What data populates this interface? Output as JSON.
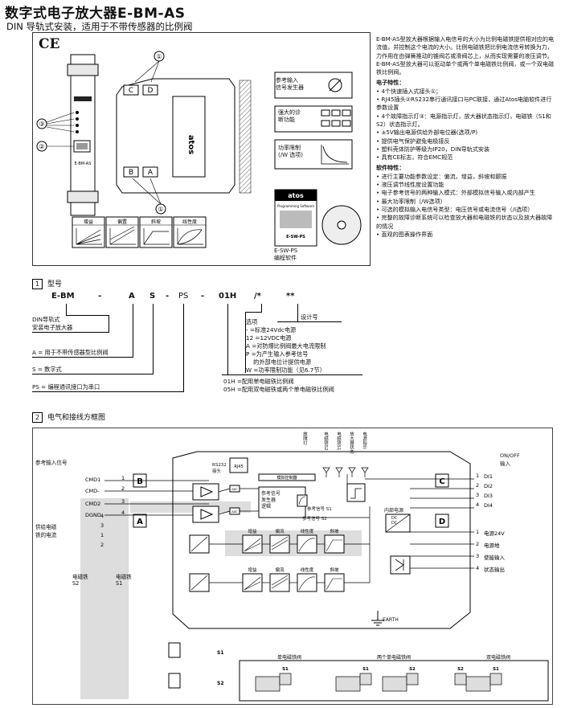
{
  "header": {
    "title": "数字式电子放大器E-BM-AS",
    "subtitle": "DIN 导轨式安装，适用于不带传感器的比例阀"
  },
  "figure": {
    "ce_mark": "CE",
    "callouts": [
      "①",
      "②",
      "③"
    ],
    "device_label": "E-BM-AS",
    "brand": "atos",
    "connector_letters": [
      "C",
      "D",
      "B",
      "A"
    ],
    "function_boxes": [
      {
        "label": "参考输入\n信号发生器"
      },
      {
        "label": "强大的诊\n断功能"
      },
      {
        "label": "功率限制\n(/W 选项)"
      }
    ],
    "curve_boxes": [
      "增益",
      "偏置",
      "斜坡",
      "线性度"
    ],
    "software": {
      "box_title": "atos",
      "product": "E-SW-PS",
      "caption": "E-SW-PS\n编程软件",
      "box_text": "Programming Software"
    }
  },
  "description": {
    "intro": "E-BM-AS型放大器根据输入电信号的大小为比例电磁铁提供相对应的电流值，并控制这个电流的大小。比例电磁铁把比例电流信号转换为力，力作用在由弹簧推动的锥阀芯或滑阀芯上，从而实现需要的液压调节。",
    "intro2": "E-BM-AS型放大器可以驱动单个或两个单电磁铁比例阀，或一个双电磁铁比例阀。",
    "elec_title": "电子特性：",
    "elec_items": [
      "• 4个快速插入式接头①；",
      "• RJ45插头②RS232串行通讯接口与PC联接，通过Atos电脑软件进行参数设置",
      "• 4个故障指示灯③：电源指示灯，放大器状态指示灯，电磁铁（S1和S2）状态指示灯。",
      "• ±5V输出电源供给外部电位器(选项/P)",
      "• 提供电气保护避免电极接反",
      "• 塑料壳体防护等级为IP20，DIN导轨式安装",
      "• 具有CE标志，符合EMC规范"
    ],
    "soft_title": "软件特性：",
    "soft_items": [
      "• 进行主要功能参数设定：偏流，增益，斜坡和颤振",
      "• 液压调节线性度设置功能",
      "• 电子参考信号的两种输入模式：外部模拟信号输入或内部产生",
      "• 最大功率限制（/W选项）",
      "• 可选的模拟输入电信号类型：电压信号或电流信号（/I选项）",
      "• 完整的故障诊断系统可以检查放大器和电磁铁的状态以及放大器故障的情况",
      "• 直观的图表操作界面"
    ]
  },
  "model": {
    "section_num": "1",
    "section_title": "型号",
    "code_parts": [
      "E-BM",
      "-",
      "A",
      "S",
      "-",
      "PS",
      "-",
      "01H",
      "/*",
      "**"
    ],
    "left_defs": [
      "DIN导轨式\n安装电子放大器",
      "A = 用于不带传感器型比例阀",
      "S = 数字式",
      "PS = 编程通讯接口为串口"
    ],
    "design_no": "设计号",
    "options_title": "选项",
    "options": [
      "- =标准24Vdc电源",
      "12 =12VDC电源",
      "A =对防爆比例阀最大电流限制",
      "P =为产生输入参考信号",
      "    的外部电位计提供电源",
      "W =功率限制功能（见6.7节）"
    ],
    "valve_defs": [
      "01H =配用单电磁铁比例阀",
      "05H =配用双电磁铁或两个单电磁铁比例阀"
    ]
  },
  "wiring": {
    "section_num": "2",
    "section_title": "电气和接线方框图",
    "labels": {
      "ref_input": "参考输入信号",
      "cmd1": "CMD1",
      "cmd_minus": "CMD-",
      "cmd2": "CMD2",
      "dgnd": "DGND",
      "supply_current": "供给电磁\n铁的电流",
      "coil_s2": "电磁铁\nS2",
      "coil_s1": "电磁铁\nS1",
      "rs232": "RS232\n接头",
      "rj45": "RJ45",
      "analog_ctrl": "模拟控制器",
      "ref_gen": "参考信号\n发生器\n逻辑",
      "ref_s1": "参考信号 S1",
      "ref_s2": "参考信号 S2",
      "block_gain": "增益",
      "block_bias": "偏流",
      "block_lin": "线性度",
      "block_ramp": "斜坡",
      "internal_power": "内部电源",
      "onoff": "ON/OFF\n输入",
      "di": [
        "DI1",
        "DI2",
        "DI3",
        "DI4"
      ],
      "power24": "电源24V",
      "power_gnd": "电源地",
      "enable": "使能输入",
      "status": "状态输出",
      "earth": "EARTH",
      "leds": [
        "电磁铁S2",
        "电磁铁S1",
        "放大器状态",
        "电源指示"
      ],
      "led_fault": "故障灯",
      "dc_dc": "DC\nDC",
      "adc": "ADC",
      "letters": [
        "B",
        "A",
        "C",
        "D"
      ],
      "pins_b": [
        "1",
        "2",
        "3",
        "4"
      ],
      "pins_a": [
        "1",
        "2",
        "3",
        "4"
      ],
      "pins_c": [
        "1",
        "2",
        "3",
        "4"
      ],
      "pins_d": [
        "1",
        "2",
        "3",
        "4"
      ],
      "valve_groups": [
        "单电磁铁阀",
        "两个单电磁铁阀",
        "双电磁铁阀"
      ],
      "s1": "S1",
      "s2": "S2"
    }
  }
}
